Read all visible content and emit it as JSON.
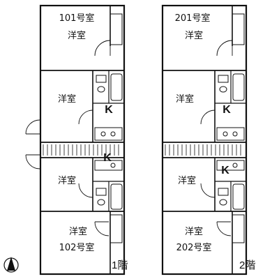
{
  "floors": [
    {
      "name": "1階",
      "rooms": [
        {
          "unit": "101号室",
          "label": "洋室"
        },
        {
          "label": "洋室"
        },
        {
          "label": "K"
        },
        {
          "label": "洋室"
        },
        {
          "label": "K"
        },
        {
          "label": "洋室",
          "unit": "102号室"
        }
      ]
    },
    {
      "name": "2階",
      "rooms": [
        {
          "unit": "201号室",
          "label": "洋室"
        },
        {
          "label": "洋室"
        },
        {
          "label": "K"
        },
        {
          "label": "洋室"
        },
        {
          "label": "K"
        },
        {
          "label": "洋室",
          "unit": "202号室"
        }
      ]
    }
  ],
  "compass": {
    "icon": "north-arrow-icon"
  }
}
